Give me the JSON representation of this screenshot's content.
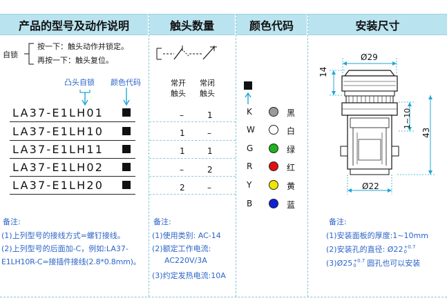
{
  "headers": {
    "product": "产品的型号及动作说明",
    "contacts": "触头数量",
    "color_code": "颜色代码",
    "dimensions": "安装尺寸"
  },
  "self_lock": {
    "label": "自锁",
    "line1": "按一下：触头动作并锁定。",
    "line2": "再按一下：触头复位。"
  },
  "callouts": {
    "convex": "凸头自锁",
    "color": "颜色代码"
  },
  "contact_labels": {
    "no_line1": "常开",
    "no_line2": "触头",
    "nc_line1": "常闭",
    "nc_line2": "触头"
  },
  "models": [
    {
      "code": "LA37-E1LH01",
      "no": "–",
      "nc": "1"
    },
    {
      "code": "LA37-E1LH10",
      "no": "1",
      "nc": "–"
    },
    {
      "code": "LA37-E1LH11",
      "no": "1",
      "nc": "1"
    },
    {
      "code": "LA37-E1LH02",
      "no": "–",
      "nc": "2"
    },
    {
      "code": "LA37-E1LH20",
      "no": "2",
      "nc": "–"
    }
  ],
  "colors": [
    {
      "letter": "K",
      "name": "黑",
      "hex": "#9a9a9a"
    },
    {
      "letter": "W",
      "name": "白",
      "hex": "#ffffff"
    },
    {
      "letter": "G",
      "name": "绿",
      "hex": "#1db41d"
    },
    {
      "letter": "R",
      "name": "红",
      "hex": "#e01010"
    },
    {
      "letter": "Y",
      "name": "黄",
      "hex": "#f2e600"
    },
    {
      "letter": "B",
      "name": "蓝",
      "hex": "#1020d8"
    }
  ],
  "dims": {
    "d29": "Ø29",
    "h14": "14",
    "r1_10": "1~10",
    "h43": "43",
    "d22": "Ø22"
  },
  "notes1": {
    "title": "备注:",
    "l1": "(1)上列型号的接线方式=螺钉接线。",
    "l2": "(2)上列型号的后面加-C，例如:LA37-",
    "l3": "E1LH10R-C=接插件接线(2.8*0.8mm)。"
  },
  "notes2": {
    "title": "备注:",
    "l1": "(1)使用类别: AC-14",
    "l2": "(2)额定工作电流:",
    "l3": "AC220V/3A",
    "l4": "(3)约定发热电流:10A"
  },
  "notes3": {
    "title": "备注:",
    "l1": "(1)安装面板的厚度:1~10mm",
    "l2a": "(2)安装孔的直径: Ø22",
    "l2sup": "+0.7",
    "l2sub": "0",
    "l3a": "(3)Ø25",
    "l3sup": "+0.7",
    "l3sub": "0",
    "l3b": "圆孔也可以安装"
  },
  "theme": {
    "header_bg": "#b9e3ef",
    "accent": "#2b64c8",
    "arrow": "#1fa6d4"
  }
}
